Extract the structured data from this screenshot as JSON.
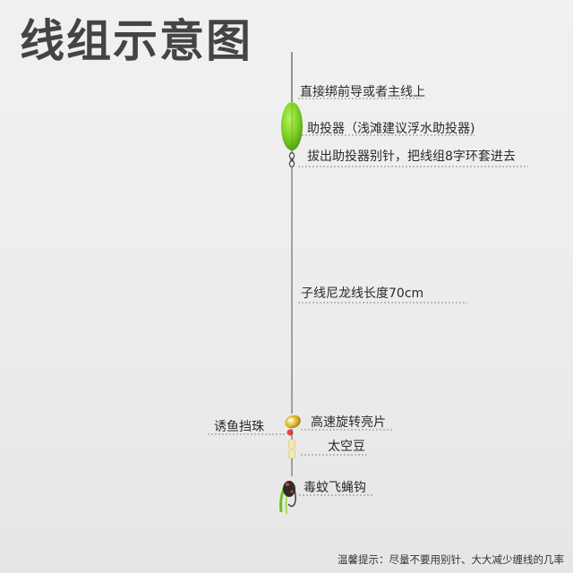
{
  "title": "线组示意图",
  "labels": {
    "tie_front": "直接绑前导或者主线上",
    "float_aid": "助投器（浅滩建议浮水助投器)",
    "pull_pin": "拔出助投器别针，把线组8字环套进去",
    "nylon_length": "子线尼龙线长度70cm",
    "bead": "诱鱼挡珠",
    "spinner": "高速旋转亮片",
    "space_bean": "太空豆",
    "fly_hook": "毒蚊飞蝇钩"
  },
  "footer_note": "温馨提示：尽量不要用别针、大大减少缠线的几率",
  "colors": {
    "float": "#7ed321",
    "bead": "#e8453c",
    "spinner": "#d8b02a",
    "line": "#555555"
  },
  "icons": [
    "float-icon",
    "swivel-icon",
    "spinner-icon",
    "bead-icon",
    "space-bean-icon",
    "fly-hook-icon"
  ]
}
